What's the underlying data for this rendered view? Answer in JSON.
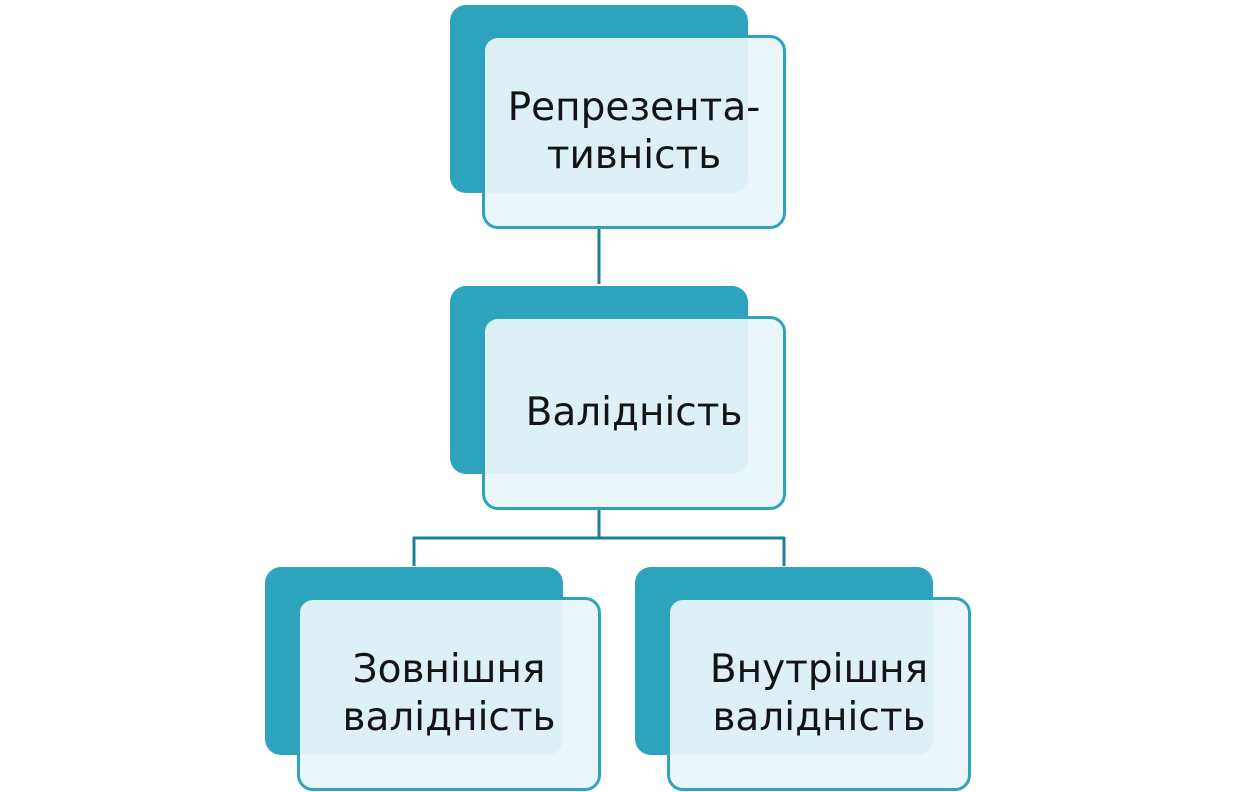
{
  "diagram": {
    "nodes": {
      "top": {
        "label": "Репрезента-\nтивність"
      },
      "middle": {
        "label": "Валідність"
      },
      "bottom_left": {
        "label": "Зовнішня\nвалідність"
      },
      "bottom_right": {
        "label": "Внутрішня\nвалідність"
      }
    },
    "colors": {
      "accent": "#2ea3bd",
      "connector": "#1e7f94",
      "box_fill": "#e9f5fa",
      "text": "#141414"
    }
  }
}
